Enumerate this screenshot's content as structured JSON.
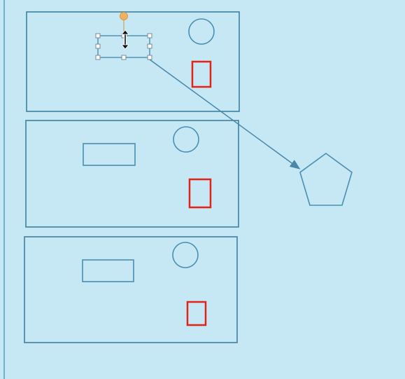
{
  "canvas": {
    "colors": {
      "background": "#c6e8f4",
      "slide_border": "#3f7f9e",
      "shape_stroke": "#4a8fb0",
      "red_rect": "#e2231a",
      "handle_fill": "#ffffff",
      "handle_stroke": "#7a8a94",
      "rotate_handle": "#f0b261",
      "connector": "#4a86a8",
      "resize_cursor": "#111111"
    },
    "slides": [
      {
        "name": "slide-1",
        "has_rectangle": true,
        "rectangle_selected": true
      },
      {
        "name": "slide-2",
        "has_rectangle": true,
        "rectangle_selected": false
      },
      {
        "name": "slide-3",
        "has_rectangle": true,
        "rectangle_selected": false
      }
    ],
    "icons": {
      "resize_cursor": "vertical-resize-cursor-icon",
      "rotate_handle": "rotate-handle-icon"
    }
  }
}
